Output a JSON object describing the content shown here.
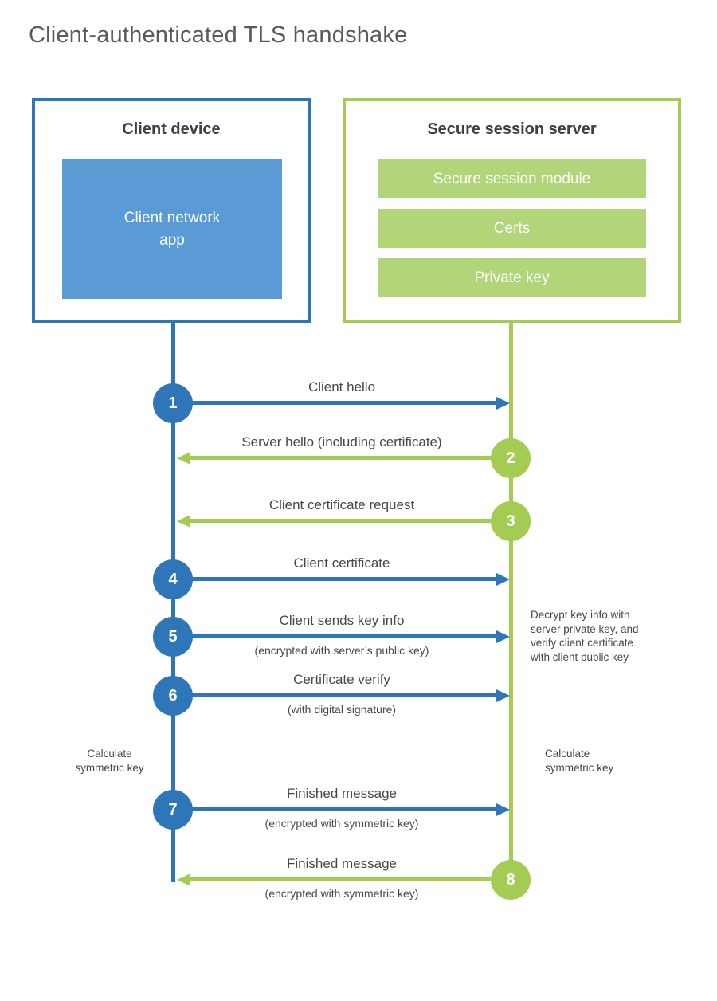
{
  "title": "Client-authenticated TLS handshake",
  "colors": {
    "blue": "#2e76b8",
    "blue_fill": "#5b9bd5",
    "green": "#a4cb52",
    "green_fill": "#b1d578",
    "text": "#474747"
  },
  "client": {
    "title": "Client device",
    "module": "Client network\napp"
  },
  "server": {
    "title": "Secure session server",
    "modules": [
      "Secure session module",
      "Certs",
      "Private key"
    ]
  },
  "steps": [
    {
      "num": "1",
      "label": "Client hello",
      "sub": "",
      "direction": "client-to-server"
    },
    {
      "num": "2",
      "label": "Server hello (including certificate)",
      "sub": "",
      "direction": "server-to-client"
    },
    {
      "num": "3",
      "label": "Client certificate request",
      "sub": "",
      "direction": "server-to-client"
    },
    {
      "num": "4",
      "label": "Client certificate",
      "sub": "",
      "direction": "client-to-server"
    },
    {
      "num": "5",
      "label": "Client sends key info",
      "sub": "(encrypted with server’s public key)",
      "direction": "client-to-server"
    },
    {
      "num": "6",
      "label": "Certificate verify",
      "sub": "(with digital signature)",
      "direction": "client-to-server"
    },
    {
      "num": "7",
      "label": "Finished message",
      "sub": "(encrypted with symmetric key)",
      "direction": "client-to-server"
    },
    {
      "num": "8",
      "label": "Finished message",
      "sub": "(encrypted with symmetric key)",
      "direction": "server-to-client"
    }
  ],
  "notes": {
    "decrypt": "Decrypt key info with\nserver private key, and\nverify client certificate\nwith client public key",
    "calc_left": "Calculate\nsymmetric key",
    "calc_right": "Calculate\nsymmetric key"
  }
}
